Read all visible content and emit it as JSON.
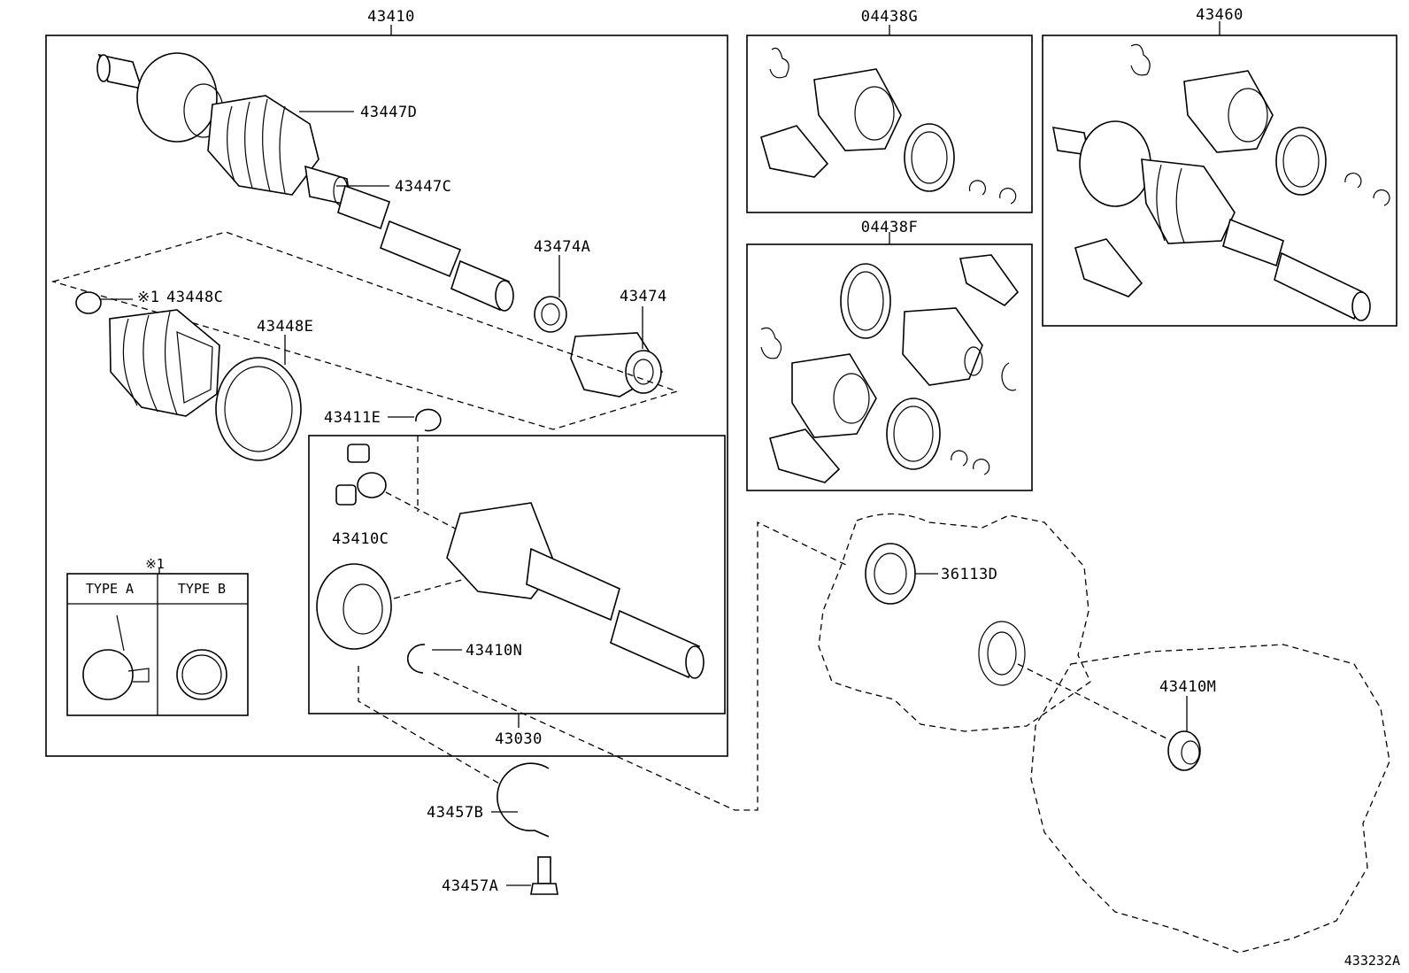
{
  "labels": {
    "l43410": "43410",
    "l04438G": "04438G",
    "l43460": "43460",
    "l43447D": "43447D",
    "l43447C": "43447C",
    "l43474A": "43474A",
    "l43474": "43474",
    "l43448C_mark": "※1",
    "l43448C": "43448C",
    "l43448E": "43448E",
    "l04438F": "04438F",
    "l43411E": "43411E",
    "l43410C": "43410C",
    "l43410N": "43410N",
    "l43030": "43030",
    "l36113D": "36113D",
    "l43410M": "43410M",
    "l43457B": "43457B",
    "l43457A": "43457A",
    "footer_code": "433232A"
  },
  "type_table": {
    "note_mark": "※1",
    "col_a": "TYPE A",
    "col_b": "TYPE B"
  }
}
